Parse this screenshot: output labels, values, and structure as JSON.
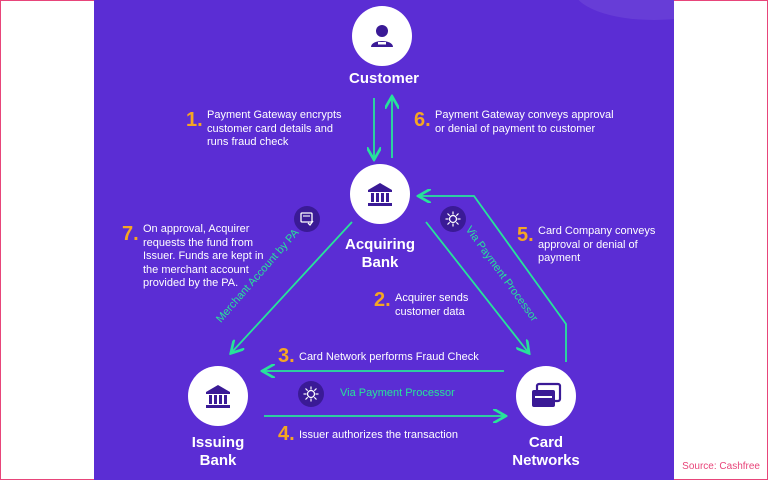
{
  "nodes": {
    "customer": "Customer",
    "acquiring_line1": "Acquiring",
    "acquiring_line2": "Bank",
    "issuing_line1": "Issuing",
    "issuing_line2": "Bank",
    "card_line1": "Card",
    "card_line2": "Networks"
  },
  "steps": [
    {
      "num": "1.",
      "text": "Payment Gateway encrypts customer card details and runs fraud check"
    },
    {
      "num": "2.",
      "text": "Acquirer sends customer data"
    },
    {
      "num": "3.",
      "text": "Card Network performs Fraud Check"
    },
    {
      "num": "4.",
      "text": "Issuer authorizes the transaction"
    },
    {
      "num": "5.",
      "text": "Card Company conveys approval or denial of payment"
    },
    {
      "num": "6.",
      "text": "Payment Gateway conveys approval or denial of payment to customer"
    },
    {
      "num": "7.",
      "text": "On approval, Acquirer requests the fund from Issuer. Funds are kept in the merchant account provided by the PA."
    }
  ],
  "path_labels": {
    "merchant_account": "Merchant Account by PA",
    "via_pp_diag": "Via Payment Processor",
    "via_pp_bottom": "Via Payment Processor"
  },
  "source": "Source: Cashfree",
  "colors": {
    "background": "#5b2dd4",
    "arrow": "#27e39a",
    "number": "#f5a623",
    "source": "#e8457a"
  }
}
